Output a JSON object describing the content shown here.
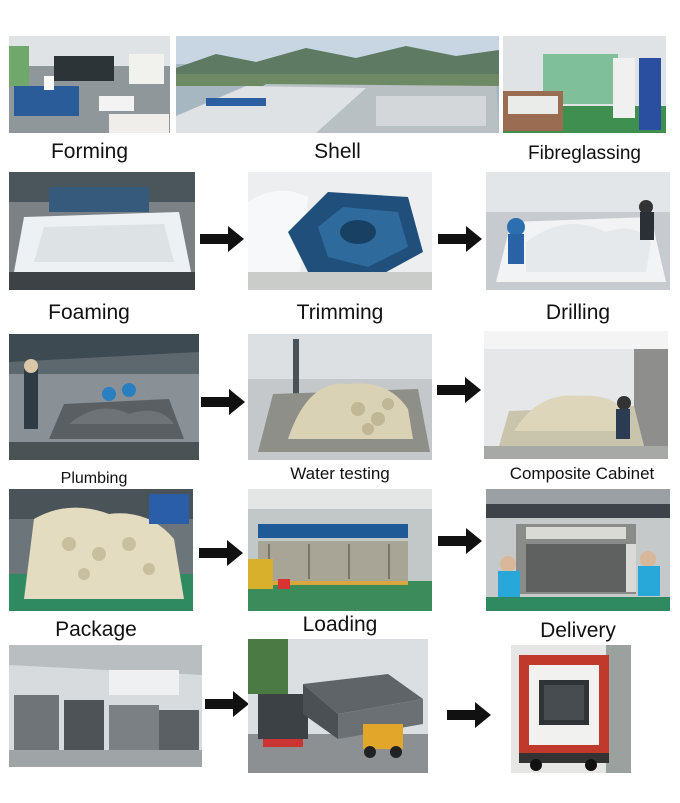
{
  "steps": [
    {
      "label": "Forming"
    },
    {
      "label": "Shell"
    },
    {
      "label": "Fibreglassing"
    },
    {
      "label": "Foaming"
    },
    {
      "label": "Trimming"
    },
    {
      "label": "Drilling"
    },
    {
      "label": "Plumbing"
    },
    {
      "label": "Water testing"
    },
    {
      "label": "Composite Cabinet"
    },
    {
      "label": "Package"
    },
    {
      "label": "Loading"
    },
    {
      "label": "Delivery"
    }
  ],
  "icons": {
    "arrow": "right-arrow-icon"
  },
  "colors": {
    "arrow": "#111111",
    "shell_blue": "#1f4f7a",
    "acrylic_white": "#eef1f3",
    "cream": "#d9d2b4",
    "floor_green": "#3a8a55"
  }
}
